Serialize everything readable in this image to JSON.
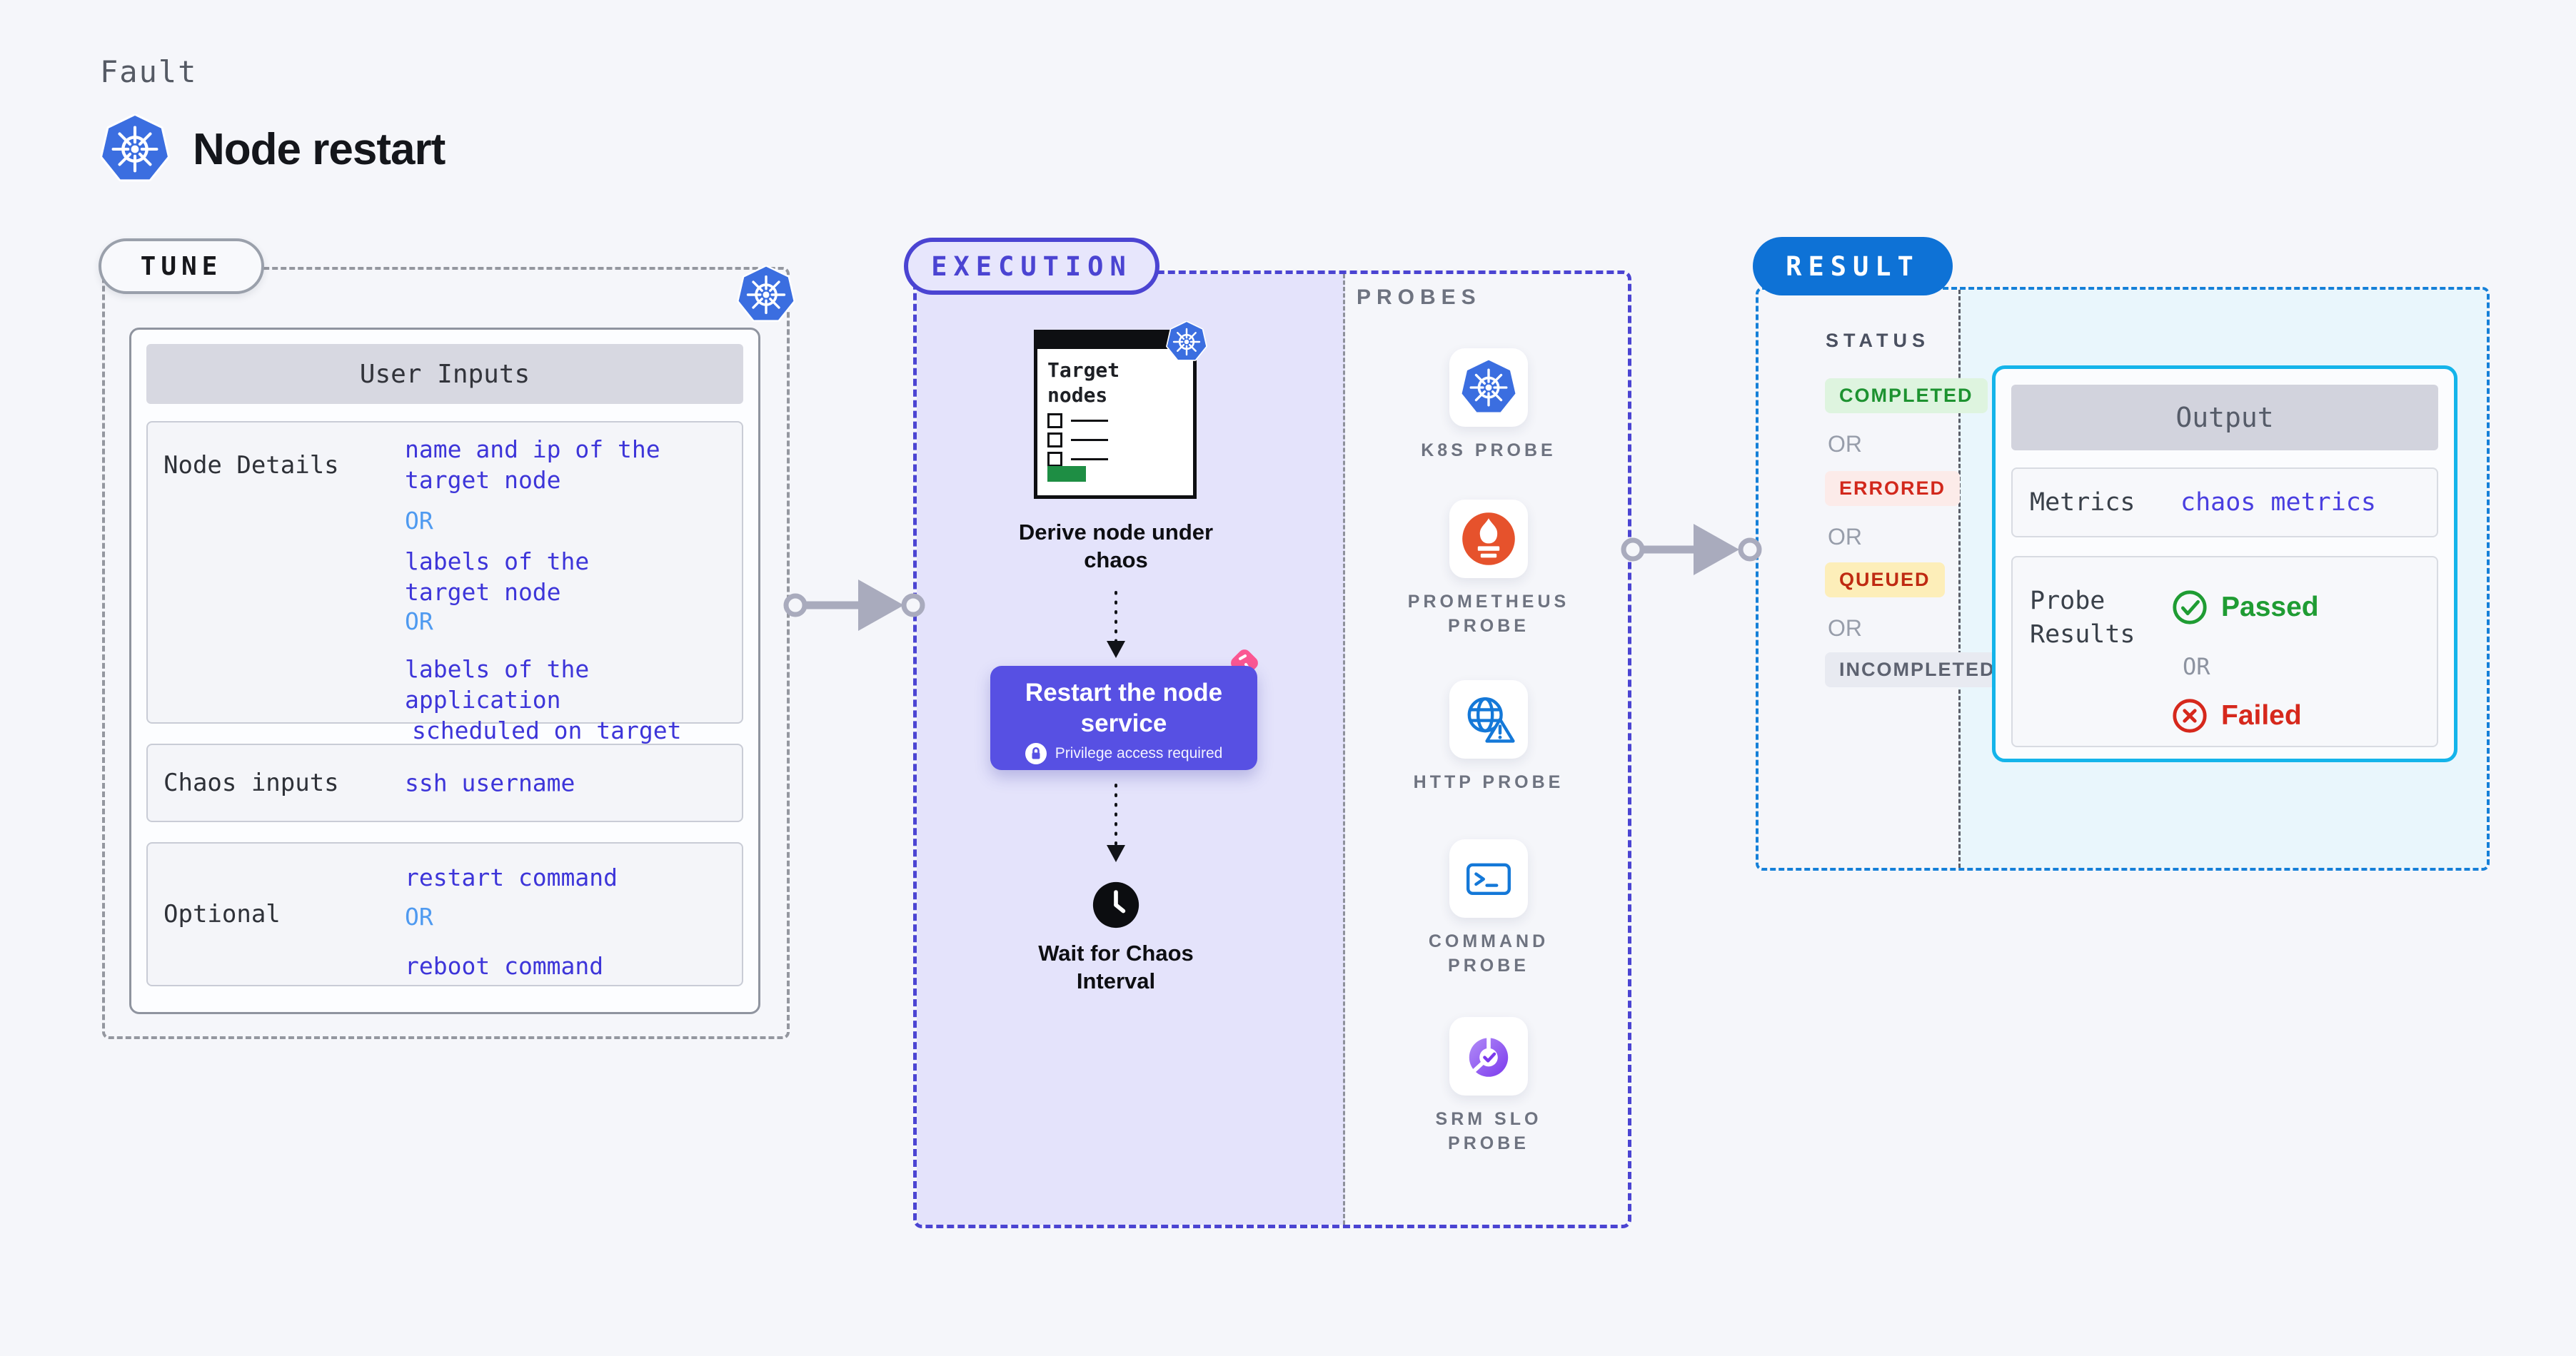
{
  "header": {
    "kicker": "Fault",
    "title": "Node restart"
  },
  "tune": {
    "badge": "TUNE",
    "panel_title": "User Inputs",
    "node_details": {
      "label": "Node Details",
      "v1": "name and ip of the",
      "v2": "target node",
      "or1": "OR",
      "v3": "labels of the",
      "v4": "target node",
      "or2": "OR",
      "v5": "labels of the application",
      "v6": "scheduled on target node"
    },
    "chaos": {
      "label": "Chaos inputs",
      "value": "ssh username"
    },
    "optional": {
      "label": "Optional",
      "v1": "restart command",
      "or": "OR",
      "v2": "reboot command"
    }
  },
  "execution": {
    "badge": "EXECUTION",
    "target_title": "Target nodes",
    "derive": "Derive node under chaos",
    "action": {
      "title": "Restart the node service",
      "note": "Privilege access required"
    },
    "wait": "Wait for Chaos Interval"
  },
  "probes": {
    "title": "PROBES",
    "items": [
      {
        "icon": "kubernetes-icon",
        "label": "K8S PROBE"
      },
      {
        "icon": "prometheus-icon",
        "label": "PROMETHEUS PROBE"
      },
      {
        "icon": "globe-warning-icon",
        "label": "HTTP PROBE"
      },
      {
        "icon": "terminal-icon",
        "label": "COMMAND PROBE"
      },
      {
        "icon": "srm-slo-icon",
        "label": "SRM SLO PROBE"
      }
    ]
  },
  "result": {
    "badge": "RESULT",
    "status_title": "STATUS",
    "or": "OR",
    "statuses": [
      {
        "label": "COMPLETED",
        "fg": "#1d9230",
        "bg": "#def4df"
      },
      {
        "label": "ERRORED",
        "fg": "#d2281c",
        "bg": "#fcebe9"
      },
      {
        "label": "QUEUED",
        "fg": "#bf2a12",
        "bg": "#fdeeb9"
      },
      {
        "label": "INCOMPLETED",
        "fg": "#5d6270",
        "bg": "#e8eaf1"
      }
    ],
    "output": {
      "title": "Output",
      "metrics_label": "Metrics",
      "metrics_value": "chaos metrics",
      "probe_label": "Probe Results",
      "passed": "Passed",
      "or": "OR",
      "failed": "Failed"
    }
  },
  "colors": {
    "page_bg": "#f5f6fa",
    "execution_accent": "#4b44d2",
    "execution_fill": "#e4e3fb",
    "result_accent": "#1580d8",
    "result_pill": "#0e72d6",
    "result_fill": "#e9f6fc",
    "output_border": "#14b4ea",
    "action_button": "#5750e3",
    "value_text": "#3d35d9",
    "or_text": "#4f9af0",
    "passed_green": "#1f9c33",
    "failed_red": "#d6281c",
    "kubernetes_blue": "#3b6ee0",
    "prometheus_orange": "#e6522c",
    "litmus_pink": "#fb5792",
    "srm_purple": "#7c3aed",
    "target_green": "#1e8e44"
  }
}
